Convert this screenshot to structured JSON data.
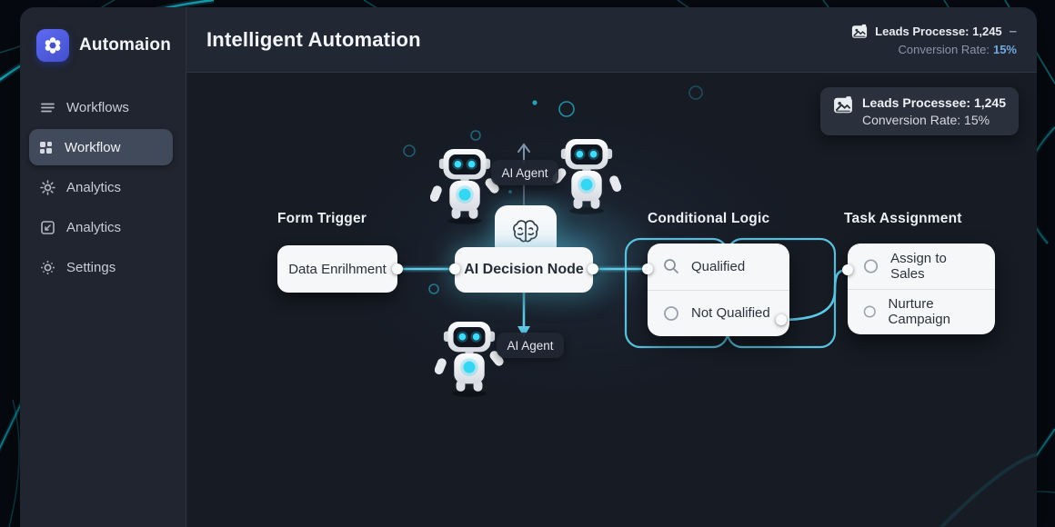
{
  "app": {
    "brand": "Automaion"
  },
  "sidebar": {
    "items": [
      {
        "label": "Workflows",
        "icon": "menu-icon",
        "active": false
      },
      {
        "label": "Workflow",
        "icon": "grid-icon",
        "active": true
      },
      {
        "label": "Analytics",
        "icon": "sun-icon",
        "active": false
      },
      {
        "label": "Analytics",
        "icon": "image-icon",
        "active": false
      },
      {
        "label": "Settings",
        "icon": "gear-icon",
        "active": false
      }
    ]
  },
  "header": {
    "title": "Intelligent Automation",
    "stats": {
      "leads": "Leads Processe: 1,245",
      "conversion_label": "Conversion Rate:",
      "conversion_value": "15%",
      "minimize": "–"
    }
  },
  "canvas": {
    "stats_card": {
      "leads": "Leads Processee: 1,245",
      "conversion": "Conversion Rate: 15%"
    },
    "form_trigger": {
      "label": "Form Trigger",
      "node": "Data Enrilhment"
    },
    "decision": {
      "node": "AI Decision Node",
      "agent_top": "AI Agent",
      "agent_bottom": "AI Agent"
    },
    "conditional": {
      "label": "Conditional Logic",
      "options": [
        "Qualified",
        "Not Qualified"
      ]
    },
    "task": {
      "label": "Task Assignment",
      "options": [
        "Assign to Sales",
        "Nurture Campaign"
      ]
    }
  },
  "colors": {
    "accent_cyan": "#56c8ea",
    "logo_blue": "#5661f0",
    "node_bg": "#f6f7f8",
    "canvas_bg": "#161b24"
  }
}
